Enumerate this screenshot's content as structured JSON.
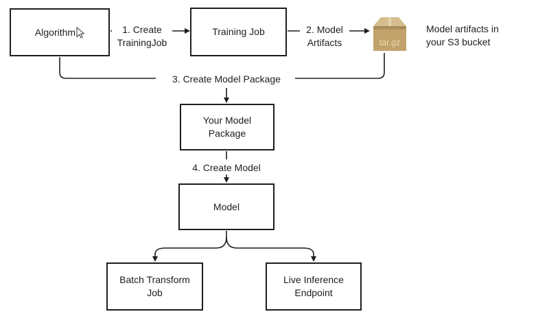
{
  "nodes": {
    "algorithm": {
      "label": "Algorithm"
    },
    "training_job": {
      "label": "Training Job"
    },
    "your_model_package": {
      "line1": "Your Model",
      "line2": "Package"
    },
    "model": {
      "label": "Model"
    },
    "batch_transform_job": {
      "line1": "Batch Transform",
      "line2": "Job"
    },
    "live_inference_endpoint": {
      "line1": "Live Inference",
      "line2": "Endpoint"
    }
  },
  "edge_labels": {
    "step1": {
      "line1": "1. Create",
      "line2": "TrainingJob"
    },
    "step2": {
      "line1": "2. Model",
      "line2": "Artifacts"
    },
    "step3": {
      "label": "3. Create Model Package"
    },
    "step4": {
      "label": "4. Create Model"
    }
  },
  "artifact": {
    "package_label": "tar.gz",
    "note_line1": "Model artifacts in",
    "note_line2": "your S3 bucket"
  },
  "colors": {
    "line": "#1d1d1d",
    "box_border": "#1d1d1d",
    "box_fill": "#ffffff",
    "text": "#1d1d1d",
    "package_top": "#d5bd8f",
    "package_front": "#c1a26b",
    "package_rim": "#aa8b58",
    "package_tape": "#e4d7b5",
    "package_label_text": "#ecdcb0"
  }
}
